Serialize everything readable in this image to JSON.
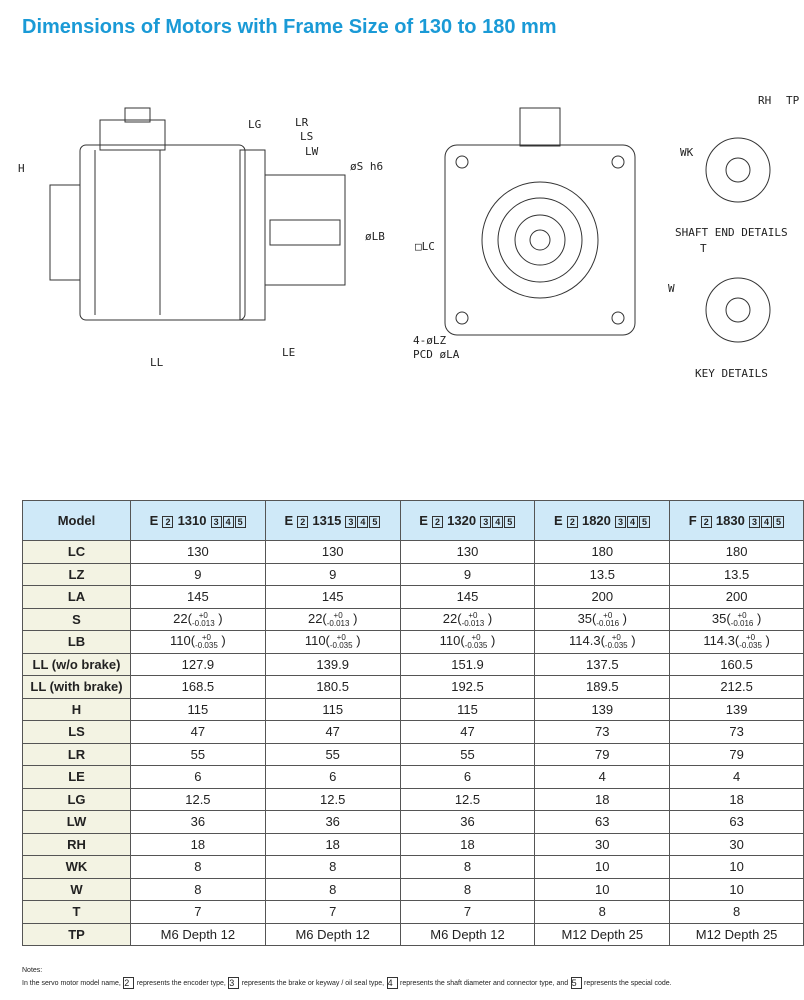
{
  "title": "Dimensions of Motors with Frame Size of 130 to 180 mm",
  "drawing_labels": {
    "H": "H",
    "LG": "LG",
    "LR": "LR",
    "LS": "LS",
    "LW": "LW",
    "S": "øS h6",
    "LB": "øLB",
    "LE": "LE",
    "LL": "LL",
    "LC": "□LC",
    "LZ": "4-øLZ",
    "LA": "PCD øLA",
    "RH": "RH",
    "TP": "TP",
    "WK": "WK",
    "shaft": "SHAFT END DETAILS",
    "T": "T",
    "W": "W",
    "key": "KEY DETAILS"
  },
  "table": {
    "header_label": "Model",
    "models": [
      {
        "prefix": "E",
        "b1": "2",
        "code": "1310",
        "b2": "3",
        "b3": "4",
        "b4": "5"
      },
      {
        "prefix": "E",
        "b1": "2",
        "code": "1315",
        "b2": "3",
        "b3": "4",
        "b4": "5"
      },
      {
        "prefix": "E",
        "b1": "2",
        "code": "1320",
        "b2": "3",
        "b3": "4",
        "b4": "5"
      },
      {
        "prefix": "E",
        "b1": "2",
        "code": "1820",
        "b2": "3",
        "b3": "4",
        "b4": "5"
      },
      {
        "prefix": "F",
        "b1": "2",
        "code": "1830",
        "b2": "3",
        "b3": "4",
        "b4": "5"
      }
    ],
    "rows": [
      {
        "label": "LC",
        "values": [
          "130",
          "130",
          "130",
          "180",
          "180"
        ]
      },
      {
        "label": "LZ",
        "values": [
          "9",
          "9",
          "9",
          "13.5",
          "13.5"
        ]
      },
      {
        "label": "LA",
        "values": [
          "145",
          "145",
          "145",
          "200",
          "200"
        ]
      },
      {
        "label": "S",
        "tol": true,
        "values": [
          [
            "22(",
            "+0",
            "-0.013",
            ")"
          ],
          [
            "22(",
            "+0",
            "-0.013",
            ")"
          ],
          [
            "22(",
            "+0",
            "-0.013",
            ")"
          ],
          [
            "35(",
            "+0",
            "-0.016",
            ")"
          ],
          [
            "35(",
            "+0",
            "-0.016",
            ")"
          ]
        ]
      },
      {
        "label": "LB",
        "tol": true,
        "values": [
          [
            "110(",
            "+0",
            "-0.035",
            ")"
          ],
          [
            "110(",
            "+0",
            "-0.035",
            ")"
          ],
          [
            "110(",
            "+0",
            "-0.035",
            ")"
          ],
          [
            "114.3(",
            "+0",
            "-0.035",
            ")"
          ],
          [
            "114.3(",
            "+0",
            "-0.035",
            ")"
          ]
        ]
      },
      {
        "label": "LL (w/o brake)",
        "values": [
          "127.9",
          "139.9",
          "151.9",
          "137.5",
          "160.5"
        ]
      },
      {
        "label": "LL (with brake)",
        "values": [
          "168.5",
          "180.5",
          "192.5",
          "189.5",
          "212.5"
        ]
      },
      {
        "label": "H",
        "values": [
          "115",
          "115",
          "115",
          "139",
          "139"
        ]
      },
      {
        "label": "LS",
        "values": [
          "47",
          "47",
          "47",
          "73",
          "73"
        ]
      },
      {
        "label": "LR",
        "values": [
          "55",
          "55",
          "55",
          "79",
          "79"
        ]
      },
      {
        "label": "LE",
        "values": [
          "6",
          "6",
          "6",
          "4",
          "4"
        ]
      },
      {
        "label": "LG",
        "values": [
          "12.5",
          "12.5",
          "12.5",
          "18",
          "18"
        ]
      },
      {
        "label": "LW",
        "values": [
          "36",
          "36",
          "36",
          "63",
          "63"
        ]
      },
      {
        "label": "RH",
        "values": [
          "18",
          "18",
          "18",
          "30",
          "30"
        ]
      },
      {
        "label": "WK",
        "values": [
          "8",
          "8",
          "8",
          "10",
          "10"
        ]
      },
      {
        "label": "W",
        "values": [
          "8",
          "8",
          "8",
          "10",
          "10"
        ]
      },
      {
        "label": "T",
        "values": [
          "7",
          "7",
          "7",
          "8",
          "8"
        ]
      },
      {
        "label": "TP",
        "values": [
          "M6 Depth 12",
          "M6 Depth 12",
          "M6 Depth 12",
          "M12 Depth 25",
          "M12 Depth 25"
        ]
      }
    ]
  },
  "notes": {
    "heading": "Notes:",
    "t1": "In the servo motor model name, ",
    "b1": "2",
    "t2": " represents the encoder type, ",
    "b2": "3",
    "t3": " represents the brake or keyway / oil seal type, ",
    "b3": "4",
    "t4": " represents the shaft diameter and connector type, and ",
    "b4": "5",
    "t5": " represents the special code."
  }
}
